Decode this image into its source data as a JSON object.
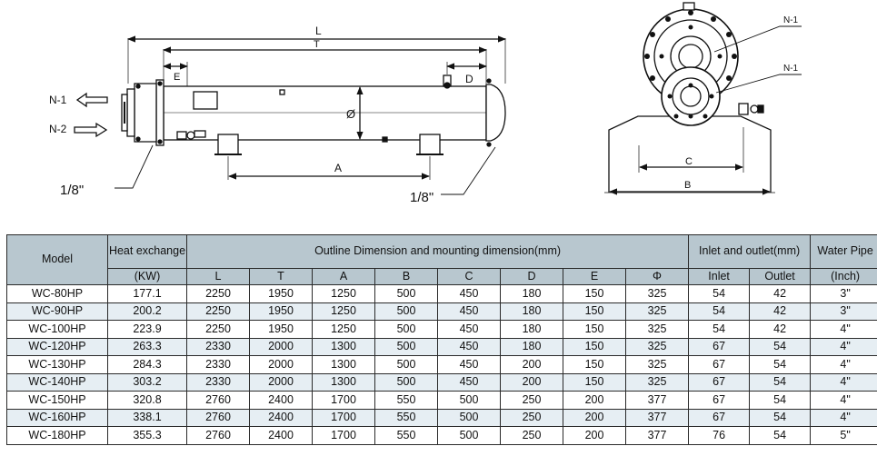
{
  "drawing": {
    "dims": {
      "L": "L",
      "T": "T",
      "E": "E",
      "D": "D",
      "A": "A",
      "phi": "Ø",
      "C": "C",
      "B": "B"
    },
    "nozzles": {
      "n1": "N-1",
      "n2": "N-2"
    },
    "fittings": {
      "left": "1/8\"",
      "right": "1/8\""
    }
  },
  "table": {
    "headers": {
      "model": "Model",
      "heat_exchange": "Heat exchange",
      "heat_unit": "(KW)",
      "outline": "Outline Dimension and mounting dimension(mm)",
      "inlet_outlet": "Inlet and outlet(mm)",
      "inlet": "Inlet",
      "outlet": "Outlet",
      "water_pipe": "Water Pipe",
      "water_unit": "(Inch)",
      "dims": [
        "L",
        "T",
        "A",
        "B",
        "C",
        "D",
        "E",
        "Φ"
      ]
    },
    "rows": [
      {
        "model": "WC-80HP",
        "kw": "177.1",
        "L": "2250",
        "T": "1950",
        "A": "1250",
        "B": "500",
        "C": "450",
        "D": "180",
        "E": "150",
        "phi": "325",
        "inlet": "54",
        "outlet": "42",
        "pipe": "3\""
      },
      {
        "model": "WC-90HP",
        "kw": "200.2",
        "L": "2250",
        "T": "1950",
        "A": "1250",
        "B": "500",
        "C": "450",
        "D": "180",
        "E": "150",
        "phi": "325",
        "inlet": "54",
        "outlet": "42",
        "pipe": "3\""
      },
      {
        "model": "WC-100HP",
        "kw": "223.9",
        "L": "2250",
        "T": "1950",
        "A": "1250",
        "B": "500",
        "C": "450",
        "D": "180",
        "E": "150",
        "phi": "325",
        "inlet": "54",
        "outlet": "42",
        "pipe": "4\""
      },
      {
        "model": "WC-120HP",
        "kw": "263.3",
        "L": "2330",
        "T": "2000",
        "A": "1300",
        "B": "500",
        "C": "450",
        "D": "180",
        "E": "150",
        "phi": "325",
        "inlet": "67",
        "outlet": "54",
        "pipe": "4\""
      },
      {
        "model": "WC-130HP",
        "kw": "284.3",
        "L": "2330",
        "T": "2000",
        "A": "1300",
        "B": "500",
        "C": "450",
        "D": "200",
        "E": "150",
        "phi": "325",
        "inlet": "67",
        "outlet": "54",
        "pipe": "4\""
      },
      {
        "model": "WC-140HP",
        "kw": "303.2",
        "L": "2330",
        "T": "2000",
        "A": "1300",
        "B": "500",
        "C": "450",
        "D": "200",
        "E": "150",
        "phi": "325",
        "inlet": "67",
        "outlet": "54",
        "pipe": "4\""
      },
      {
        "model": "WC-150HP",
        "kw": "320.8",
        "L": "2760",
        "T": "2400",
        "A": "1700",
        "B": "550",
        "C": "500",
        "D": "250",
        "E": "200",
        "phi": "377",
        "inlet": "67",
        "outlet": "54",
        "pipe": "4\""
      },
      {
        "model": "WC-160HP",
        "kw": "338.1",
        "L": "2760",
        "T": "2400",
        "A": "1700",
        "B": "550",
        "C": "500",
        "D": "250",
        "E": "200",
        "phi": "377",
        "inlet": "67",
        "outlet": "54",
        "pipe": "4\""
      },
      {
        "model": "WC-180HP",
        "kw": "355.3",
        "L": "2760",
        "T": "2400",
        "A": "1700",
        "B": "550",
        "C": "500",
        "D": "250",
        "E": "200",
        "phi": "377",
        "inlet": "76",
        "outlet": "54",
        "pipe": "5\""
      }
    ]
  },
  "colors": {
    "header_bg": "#b8c7cf",
    "row_alt": "#e6eef3",
    "line": "#111111"
  }
}
